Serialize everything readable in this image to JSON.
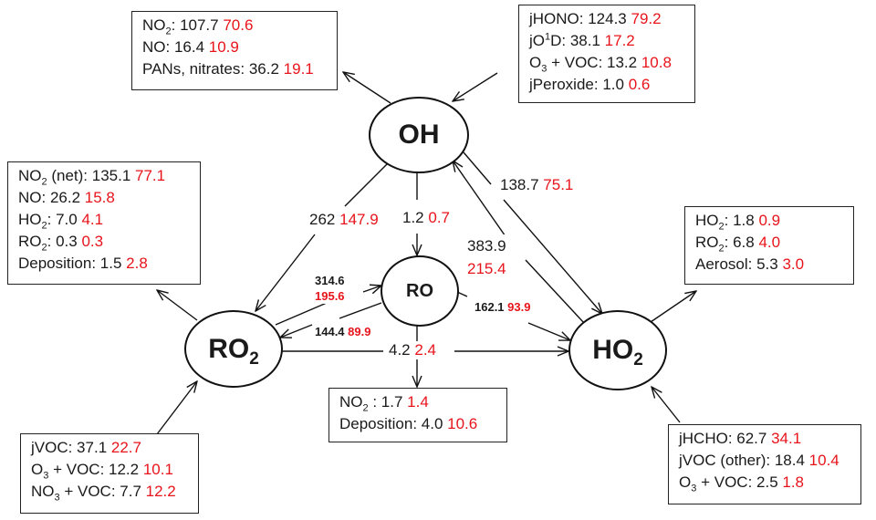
{
  "colors": {
    "primary_text": "#1a1a1a",
    "secondary_value": "#e8141b"
  },
  "nodes": {
    "oh": "OH",
    "ro": "RO",
    "ro2": {
      "base": "RO",
      "sub": "2"
    },
    "ho2": {
      "base": "HO",
      "sub": "2"
    }
  },
  "boxes": {
    "oh_loss": [
      {
        "pre": "NO",
        "sub": "2",
        "post": ": 107.7 ",
        "red": "70.6"
      },
      {
        "pre": "NO: 16.4 ",
        "red": "10.9"
      },
      {
        "pre": "PANs, nitrates: 36.2 ",
        "red": "19.1"
      }
    ],
    "oh_source": [
      {
        "pre": "jHONO: 124.3 ",
        "red": "79.2"
      },
      {
        "pre": "jO",
        "sup": "1",
        "post": "D: 38.1 ",
        "red": "17.2"
      },
      {
        "pre": "O",
        "sub": "3",
        "post": " + VOC: 13.2 ",
        "red": "10.8"
      },
      {
        "pre": "jPeroxide: 1.0 ",
        "red": "0.6"
      }
    ],
    "ro2_loss": [
      {
        "pre": "NO",
        "sub": "2",
        "post": " (net): 135.1 ",
        "red": "77.1"
      },
      {
        "pre": "NO: 26.2 ",
        "red": "15.8"
      },
      {
        "pre": "HO",
        "sub": "2",
        "post": ": 7.0 ",
        "red": "4.1"
      },
      {
        "pre": "RO",
        "sub": "2",
        "post": ": 0.3 ",
        "red": "0.3"
      },
      {
        "pre": "Deposition: 1.5 ",
        "red": "2.8"
      }
    ],
    "ho2_loss": [
      {
        "pre": "HO",
        "sub": "2",
        "post": ": 1.8 ",
        "red": "0.9"
      },
      {
        "pre": "RO",
        "sub": "2",
        "post": ": 6.8 ",
        "red": "4.0"
      },
      {
        "pre": "Aerosol: 5.3 ",
        "red": "3.0"
      }
    ],
    "ro_loss": [
      {
        "pre": "NO",
        "sub": "2",
        "post": " : 1.7 ",
        "red": "1.4"
      },
      {
        "pre": "Deposition: 4.0 ",
        "red": "10.6"
      }
    ],
    "ro2_source": [
      {
        "pre": "jVOC: 37.1 ",
        "red": "22.7"
      },
      {
        "pre": "O",
        "sub": "3",
        "post": " + VOC: 12.2 ",
        "red": "10.1"
      },
      {
        "pre": "NO",
        "sub": "3",
        "post": " + VOC: 7.7 ",
        "red": "12.2"
      }
    ],
    "ho2_source": [
      {
        "pre": "jHCHO: 62.7 ",
        "red": "34.1"
      },
      {
        "pre": "jVOC (other): 18.4 ",
        "red": "10.4"
      },
      {
        "pre": "O",
        "sub": "3",
        "post": " + VOC: 2.5 ",
        "red": "1.8"
      }
    ]
  },
  "flux_labels": {
    "oh_to_ro2": {
      "black": "262",
      "red": "147.9"
    },
    "oh_to_ro": {
      "black": "1.2",
      "red": "0.7"
    },
    "oh_to_ho2": {
      "black": "138.7",
      "red": "75.1"
    },
    "ho2_to_oh": {
      "black": "383.9",
      "red": "215.4"
    },
    "ro2_to_ro": {
      "black": "314.6",
      "red": "195.6"
    },
    "ro_to_ro2": {
      "black": "144.4",
      "red": "89.9"
    },
    "ro_to_ho2": {
      "black": "162.1",
      "red": "93.9"
    },
    "ro2_to_ho2": {
      "black": "4.2",
      "red": "2.4"
    }
  }
}
